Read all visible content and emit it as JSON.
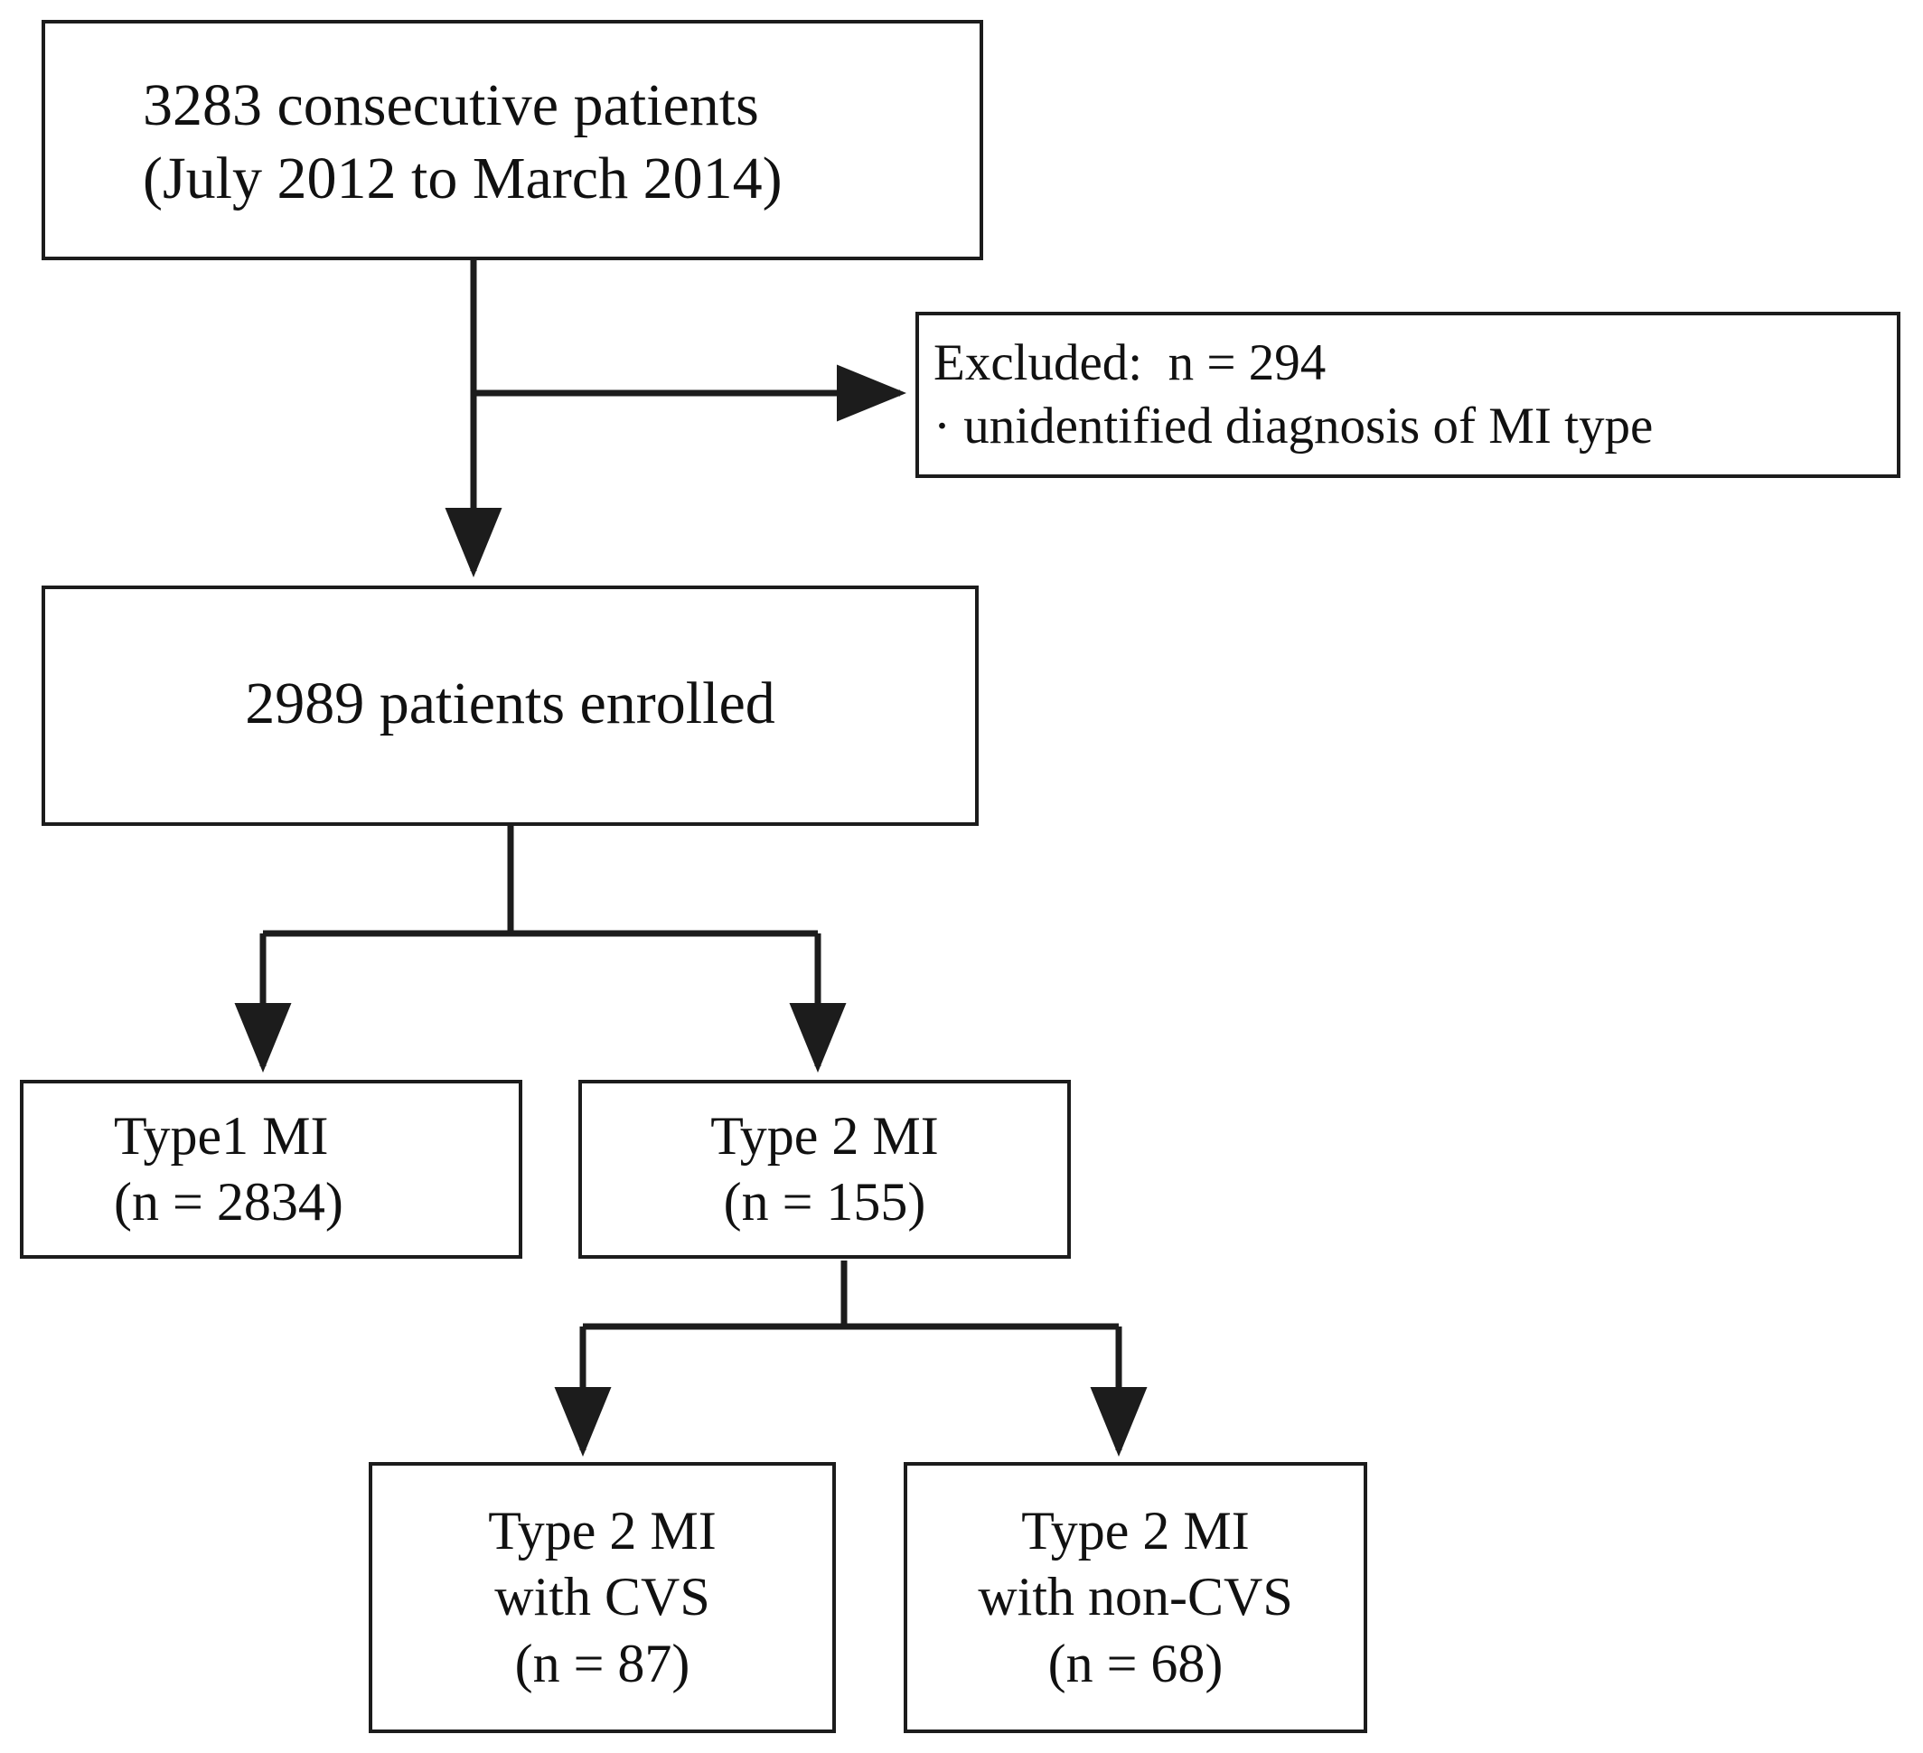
{
  "diagram": {
    "type": "flowchart",
    "title": "Patient enrollment and myocardial infarction type classification flow",
    "orientation": "top-down",
    "line_color": "#1c1c1c",
    "background_color": "#ffffff",
    "nodes": {
      "source": {
        "id": "source",
        "line1": "3283 consecutive patients",
        "line2": "(July 2012 to March 2014)",
        "count": 3283
      },
      "excluded": {
        "id": "excluded",
        "line1": "Excluded:  n = 294",
        "line2": "· unidentified diagnosis of MI type",
        "count": 294
      },
      "enrolled": {
        "id": "enrolled",
        "line1": "2989 patients enrolled",
        "count": 2989
      },
      "type1": {
        "id": "type1",
        "line1": "Type1 MI",
        "line2": "(n = 2834)",
        "count": 2834
      },
      "type2": {
        "id": "type2",
        "line1": "Type 2 MI",
        "line2": "(n = 155)",
        "count": 155
      },
      "type2_cvs": {
        "id": "type2_cvs",
        "line1": "Type 2 MI",
        "line2": "with CVS",
        "line3": "(n = 87)",
        "count": 87
      },
      "type2_noncvs": {
        "id": "type2_noncvs",
        "line1": "Type 2 MI",
        "line2": "with non-CVS",
        "line3": "(n = 68)",
        "count": 68
      }
    },
    "edges": [
      {
        "from": "source",
        "to": "excluded",
        "style": "elbow-right-arrow"
      },
      {
        "from": "source",
        "to": "enrolled",
        "style": "straight-down-arrow"
      },
      {
        "from": "enrolled",
        "to": "type1",
        "style": "branch-left-arrow"
      },
      {
        "from": "enrolled",
        "to": "type2",
        "style": "branch-right-arrow"
      },
      {
        "from": "type2",
        "to": "type2_cvs",
        "style": "branch-left-arrow"
      },
      {
        "from": "type2",
        "to": "type2_noncvs",
        "style": "branch-right-arrow"
      }
    ]
  }
}
